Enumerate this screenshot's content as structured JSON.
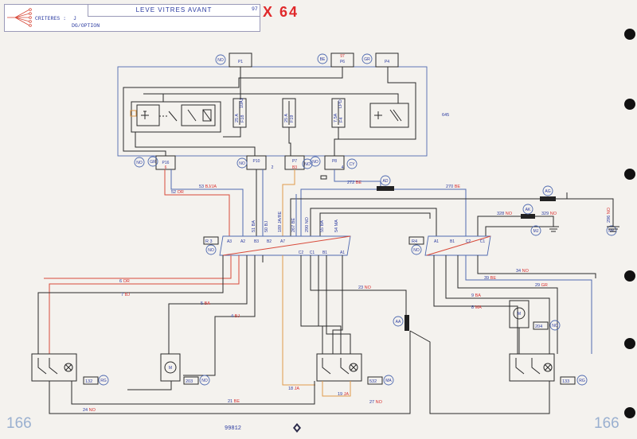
{
  "header": {
    "title": "LEVE VITRES AVANT",
    "criteres_label": "CRITERES :",
    "criteres_value": "J",
    "option": "DG/OPTION",
    "sheet_ref": "97",
    "code": "X 64"
  },
  "footer": {
    "page_left": "166",
    "page_right": "166",
    "doc_ref": "99812"
  },
  "top_connectors": [
    {
      "code": "NO",
      "label": "P1"
    },
    {
      "code": "BE",
      "label": "P6",
      "sub": "97"
    },
    {
      "code": "GR",
      "label": "P4"
    }
  ],
  "box_label": "645",
  "fuses": [
    {
      "label": "F18",
      "rating": "25 A",
      "extra": "10A1"
    },
    {
      "label": "F19",
      "rating": "25 A"
    },
    {
      "label": "F4",
      "rating": "7,5A",
      "extra": "LPD"
    }
  ],
  "bottom_connectors": [
    {
      "code": "GR",
      "label": "P16",
      "pin": "6"
    },
    {
      "code": "NO",
      "label": "P10",
      "pin": "2"
    },
    {
      "code": "NO",
      "label": "P7",
      "pin": "B3"
    },
    {
      "code": "NO",
      "label": "P8",
      "pin": "4",
      "extra": "CY"
    }
  ],
  "wires": [
    {
      "num": "272",
      "color": "BE"
    },
    {
      "num": "270",
      "color": "BE"
    },
    {
      "num": "53",
      "color": "BJ/JA"
    },
    {
      "num": "52",
      "color": "OR"
    },
    {
      "num": "328",
      "color": "NO"
    },
    {
      "num": "329",
      "color": "NO"
    },
    {
      "num": "296",
      "color": "NO"
    },
    {
      "num": "6",
      "color": "OR"
    },
    {
      "num": "7",
      "color": "BJ"
    },
    {
      "num": "5",
      "color": "BA"
    },
    {
      "num": "4",
      "color": "BJ"
    },
    {
      "num": "23",
      "color": "NO"
    },
    {
      "num": "34",
      "color": "NO"
    },
    {
      "num": "39",
      "color": "BE"
    },
    {
      "num": "29",
      "color": "GR"
    },
    {
      "num": "9",
      "color": "BA"
    },
    {
      "num": "8",
      "color": "MA"
    },
    {
      "num": "18",
      "color": "JA"
    },
    {
      "num": "19",
      "color": "JA"
    },
    {
      "num": "27",
      "color": "NO"
    },
    {
      "num": "21",
      "color": "BE"
    },
    {
      "num": "24",
      "color": "NO"
    }
  ],
  "riser_labels": [
    "51 BA",
    "50 BJ",
    "189 JA/RE",
    "267 BE",
    "290 NO",
    "55 BA",
    "54 MA"
  ],
  "connectors": {
    "r3": {
      "label": "R 3",
      "code": "NO",
      "pins": [
        "A3",
        "A2",
        "B3",
        "B2",
        "A7",
        "C2",
        "C1",
        "B1",
        "A1"
      ]
    },
    "r4": {
      "label": "R4",
      "code": "NO",
      "pins": [
        "A1",
        "B1",
        "C2",
        "C1"
      ]
    }
  },
  "splices": [
    {
      "code": "AD"
    },
    {
      "code": "AG"
    },
    {
      "code": "AK"
    },
    {
      "code": "MJ"
    },
    {
      "code": "MK"
    },
    {
      "code": "AA"
    }
  ],
  "components": [
    {
      "ref": "132",
      "code": "RG"
    },
    {
      "ref": "203",
      "code": "NO"
    },
    {
      "ref": "532",
      "code": "MA"
    },
    {
      "ref": "133",
      "code": "RG"
    },
    {
      "ref": "204",
      "code": "NO"
    }
  ],
  "colors": {
    "black": "#2a2a2a",
    "red": "#d84a3a",
    "blue": "#4f6ab0",
    "orange": "#e09a4a",
    "label_blue": "#2a3aa0",
    "label_red": "#d83030"
  }
}
